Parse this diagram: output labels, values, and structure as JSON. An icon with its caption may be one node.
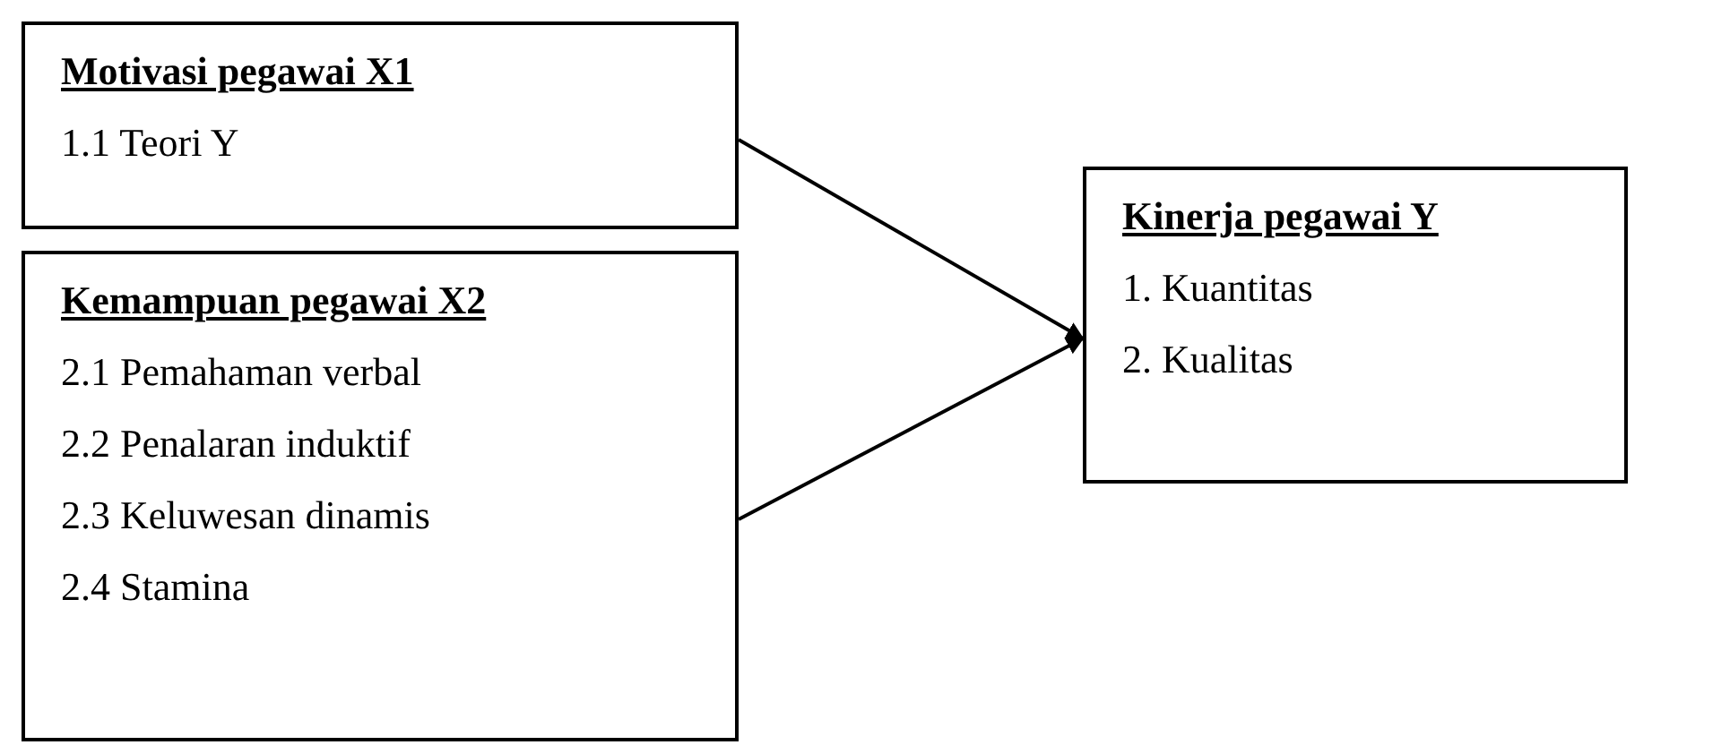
{
  "diagram": {
    "nodes": [
      {
        "text": [
          "Motivasi pegawai X1",
          "1.1 Teori Y"
        ]
      },
      {
        "text": [
          "Kemampuan pegawai X2",
          "2.1 Pemahaman verbal",
          "2.2 Penalaran induktif",
          "2.3 Keluwesan dinamis",
          "2.4 Stamina"
        ]
      },
      {
        "text": [
          "Kinerja pegawai Y",
          "1. Kuantitas",
          "2. Kualitas"
        ]
      }
    ],
    "edges": [
      {
        "from": 0,
        "to": 2,
        "arrow": "to"
      },
      {
        "from": 1,
        "to": 2,
        "arrow": "to"
      }
    ]
  }
}
